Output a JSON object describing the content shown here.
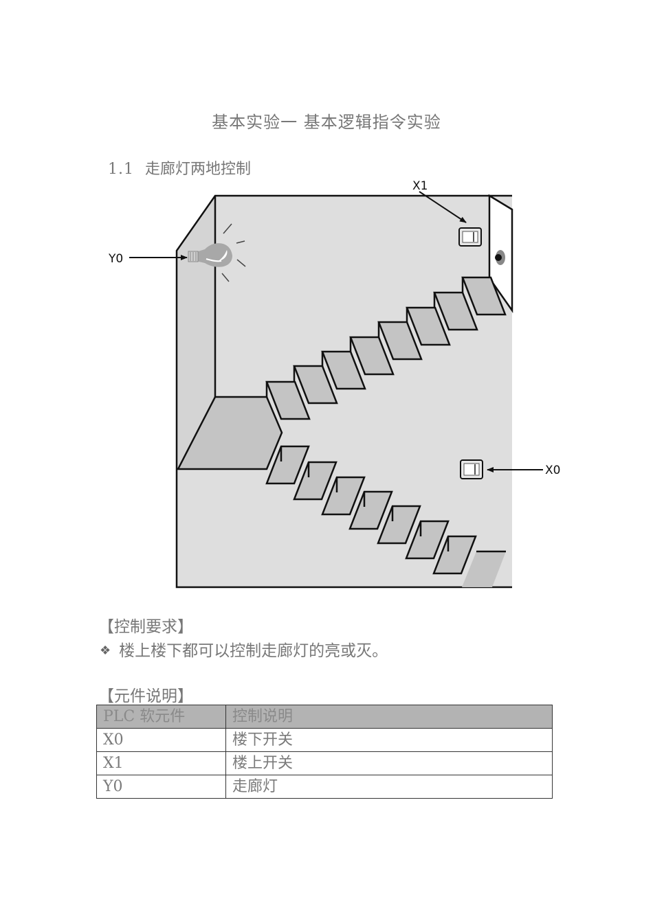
{
  "document": {
    "title": "基本实验一 基本逻辑指令实验",
    "section": {
      "number": "1.1",
      "title": "走廊灯两地控制"
    }
  },
  "figure": {
    "labels": {
      "lamp": "Y0",
      "upstairs_switch": "X1",
      "downstairs_switch": "X0"
    },
    "colors": {
      "wall": "#dedede",
      "step": "#c4c4c4",
      "riser": "#e6e6e6",
      "line": "#111111"
    }
  },
  "requirements": {
    "heading": "【控制要求】",
    "bullet": "❖",
    "items": [
      "楼上楼下都可以控制走廊灯的亮或灭。"
    ]
  },
  "components": {
    "heading": "【元件说明】",
    "columns": [
      "PLC 软元件",
      "控制说明"
    ],
    "rows": [
      {
        "element": "X0",
        "description": "楼下开关"
      },
      {
        "element": "X1",
        "description": "楼上开关"
      },
      {
        "element": "Y0",
        "description": "走廊灯"
      }
    ]
  }
}
